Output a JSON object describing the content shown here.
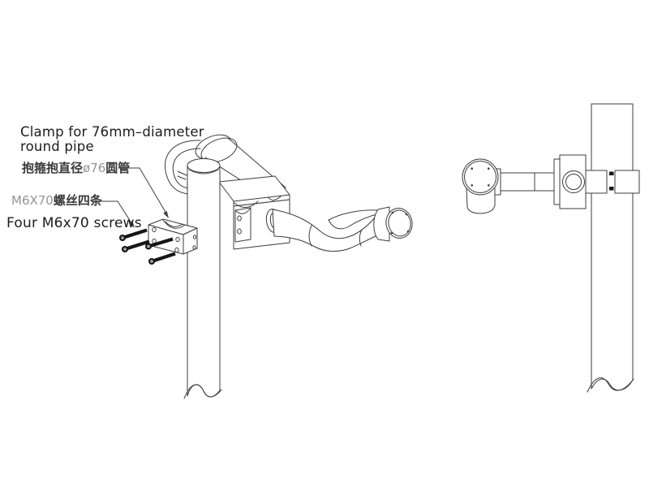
{
  "labels": {
    "clamp_en_line1": "Clamp for 76mm–diameter",
    "clamp_en_line2": "round pipe",
    "clamp_zh_dark1": "抱箍抱直径",
    "clamp_zh_dia": "ø76",
    "clamp_zh_dark2": "圆管",
    "screws_zh_code": "M6X70",
    "screws_zh_text": "螺丝四条",
    "screws_en": "Four M6x70 screws"
  },
  "colors": {
    "background": "#ffffff",
    "line": "#3c3c3c",
    "text_primary": "#1c1c1c",
    "text_secondary": "#949494",
    "text_cjk": "#3a3a3a",
    "screw": "#161616"
  },
  "views": {
    "main": "exploded-isometric-assembly",
    "side": "side-elevation-assembly"
  }
}
